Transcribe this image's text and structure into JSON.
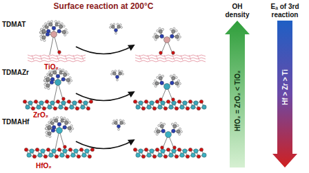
{
  "diagram": {
    "title": "Surface reaction at 200°C",
    "nodes": [
      {
        "text": [
          "OH density",
          "HfO₂ = ZrO₂ < TiO₂"
        ]
      },
      {
        "text": [
          "Eₐ of 3rd reaction",
          "Hf > Zr > Ti"
        ]
      }
    ],
    "labels": [
      "TDMAT",
      "TiO₂",
      "TDMAZr",
      "ZrO₂",
      "TDMAHf",
      "HfO₂"
    ]
  }
}
